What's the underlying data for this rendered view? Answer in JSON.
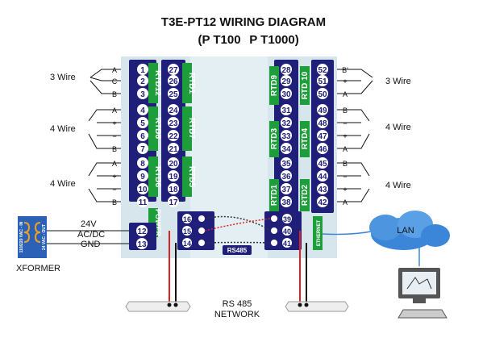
{
  "title": "T3E-PT12 WIRING DIAGRAM",
  "subtitle_a": "(P T100",
  "subtitle_b": "P T1000)",
  "left_column": [
    {
      "num": "1",
      "mark": "A"
    },
    {
      "num": "2",
      "mark": "C"
    },
    {
      "num": "3",
      "mark": "B"
    },
    {
      "num": "4",
      "mark": "A"
    },
    {
      "num": "5",
      "mark": "+"
    },
    {
      "num": "6",
      "mark": "−"
    },
    {
      "num": "7",
      "mark": "B"
    },
    {
      "num": "8",
      "mark": "A"
    },
    {
      "num": "9",
      "mark": "+"
    },
    {
      "num": "10",
      "mark": "−"
    },
    {
      "num": "11",
      "mark": "B"
    },
    {
      "num": "12",
      "mark": ""
    },
    {
      "num": "13",
      "mark": ""
    }
  ],
  "left_inner": [
    "27",
    "26",
    "25",
    "24",
    "23",
    "22",
    "21",
    "20",
    "19",
    "18",
    "17"
  ],
  "right_inner": [
    "28",
    "29",
    "30",
    "31",
    "32",
    "33",
    "34",
    "35",
    "36",
    "37",
    "38"
  ],
  "right_column": [
    {
      "num": "52",
      "mark": "B'"
    },
    {
      "num": "51",
      "mark": "+"
    },
    {
      "num": "50",
      "mark": "A"
    },
    {
      "num": "49",
      "mark": "B"
    },
    {
      "num": "48",
      "mark": "−"
    },
    {
      "num": "47",
      "mark": "+"
    },
    {
      "num": "46",
      "mark": "A"
    },
    {
      "num": "45",
      "mark": "B"
    },
    {
      "num": "44",
      "mark": "−"
    },
    {
      "num": "43",
      "mark": "+"
    },
    {
      "num": "42",
      "mark": "A"
    }
  ],
  "rtd_labels": {
    "rtd1_left": "RTD1",
    "rtd12": "RTD12",
    "rtd8": "RTD8",
    "rtd7": "RTD7",
    "rtd6": "RTD6",
    "rtd5": "RTD5",
    "rtd9": "RTD9",
    "rtd10": "RTD 10",
    "rtd3": "RTD3",
    "rtd4": "RTD4",
    "rtd1_right": "RTD1",
    "rtd2": "RTD2"
  },
  "wire_labels": {
    "w3_left": "3 Wire",
    "w4_left_a": "4 Wire",
    "w4_left_b": "4 Wire",
    "w3_right": "3 Wire",
    "w4_right_a": "4 Wire",
    "w4_right_b": "4 Wire"
  },
  "power_label": "POWER",
  "rs485_label": "RS485",
  "ethernet_label": "ETHERNET",
  "rs485_left_terms": [
    "16",
    "15",
    "14"
  ],
  "rs485_right_terms": [
    "39",
    "40",
    "41"
  ],
  "power_labels": {
    "v24": "24V",
    "acdc": "AC/DC",
    "gnd": "GND"
  },
  "xformer": {
    "in": "110/220 VAC - IN",
    "out": "24 VAC - OUT",
    "label": "XFORMER"
  },
  "network": {
    "line1": "RS 485",
    "line2": "NETWORK"
  },
  "lan": "LAN",
  "colors": {
    "module": "#d6e6ec",
    "terminal": "#1f1f7a",
    "green": "#1e9e3a",
    "red": "#e02020",
    "blue_cloud": "#3b86d8"
  }
}
